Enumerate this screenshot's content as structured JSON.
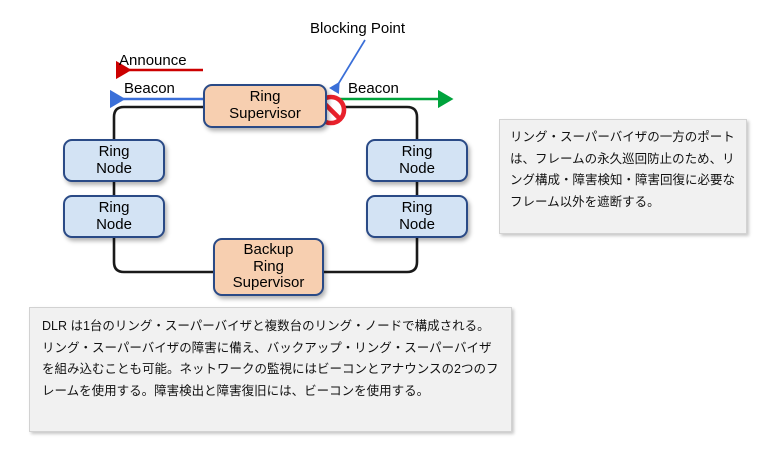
{
  "diagram": {
    "title_label": "Blocking Point",
    "nodes": {
      "ring_supervisor": {
        "line1": "Ring",
        "line2": "Supervisor"
      },
      "backup_supervisor": {
        "line1": "Backup",
        "line2": "Ring",
        "line3": "Supervisor"
      },
      "ring_node": {
        "line1": "Ring",
        "line2": "Node"
      }
    },
    "arrows": {
      "announce": {
        "label": "Announce",
        "color": "#cc0000",
        "direction": "left"
      },
      "beacon_left": {
        "label": "Beacon",
        "color": "#3a6fd8",
        "direction": "left"
      },
      "beacon_right": {
        "label": "Beacon",
        "color": "#00a33c",
        "direction": "right"
      }
    },
    "blocking_icon": {
      "name": "no-entry-icon",
      "color": "#e8212c"
    },
    "pointer_color": "#3a6fd8",
    "ring_line_color": "#1a1a1a",
    "colors": {
      "node_fill": "#d3e3f4",
      "supervisor_fill": "#f7cfb0",
      "node_border": "#2a4a86",
      "note_fill": "#f1f1f1"
    }
  },
  "notes": {
    "right": "リング・スーパーバイザの一方のポートは、フレームの永久巡回防止のため、リング構成・障害検知・障害回復に必要なフレーム以外を遮断する。",
    "bottom": "DLR は1台のリング・スーパーバイザと複数台のリング・ノードで構成される。リング・スーパーバイザの障害に備え、バックアップ・リング・スーパーバイザを組み込むことも可能。ネットワークの監視にはビーコンとアナウンスの2つのフレームを使用する。障害検出と障害復旧には、ビーコンを使用する。"
  }
}
